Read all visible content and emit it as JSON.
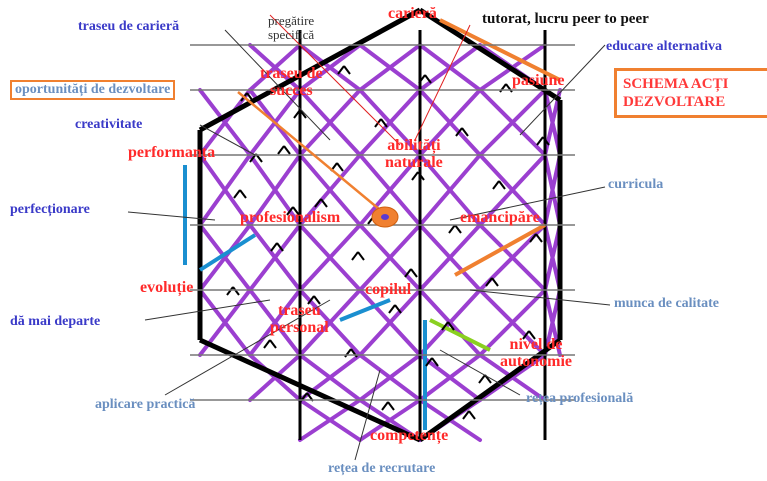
{
  "title_box": {
    "line1": "SCHEMA ACȚI",
    "line2": "DEZVOLTARE"
  },
  "central": {
    "cariera": "carieră",
    "traseu_succes_1": "traseu de",
    "traseu_succes_2": "succes",
    "pasiune": "pasiune",
    "abilitati_1": "abilități",
    "abilitati_2": "naturale",
    "performanta": "performanța",
    "profesionalism": "profesionalism",
    "emancipare": "emancipăre",
    "evolutie": "evoluție",
    "copilul": "copilul",
    "traseu_personal_1": "traseu",
    "traseu_personal_2": "personal",
    "nivel_1": "nivel de",
    "nivel_2": "autonomie",
    "competente": "competențe"
  },
  "outer": {
    "traseu_cariera": "traseu de carieră",
    "pregatire_1": "pregătire",
    "pregatire_2": "specifică",
    "tutorat": "tutorat, lucru peer to peer",
    "educare": "educare alternativa",
    "oportunitati": "oportunități de dezvoltare",
    "creativitate": "creativitate",
    "perfectionare": "perfecționare",
    "curricula": "curricula",
    "da_mai_departe": "dă mai departe",
    "munca": "munca de calitate",
    "aplicare": "aplicare practică",
    "retea_prof": "rețea profesională",
    "retea_recrutare": "rețea de recrutare"
  },
  "colors": {
    "arrows": "#9b3fd0",
    "labels_red": "#ff2a2a",
    "labels_blue": "#3a3ac8",
    "accent": "#f08030"
  }
}
